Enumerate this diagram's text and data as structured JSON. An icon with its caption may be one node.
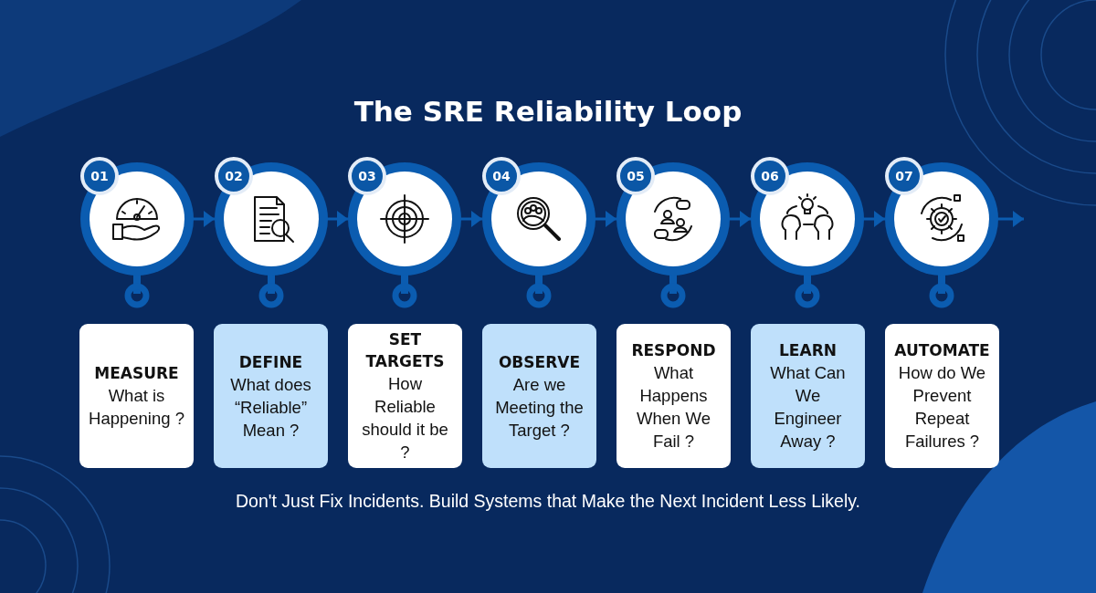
{
  "diagram": {
    "title": "The SRE Reliability Loop",
    "caption": "Don't Just Fix Incidents. Build Systems that Make the Next Incident Less Likely.",
    "nodes": [
      {
        "text": [
          "01"
        ]
      },
      {
        "text": [
          "02"
        ]
      },
      {
        "text": [
          "03"
        ]
      },
      {
        "text": [
          "04"
        ]
      },
      {
        "text": [
          "05"
        ]
      },
      {
        "text": [
          "06"
        ]
      },
      {
        "text": [
          "07"
        ]
      },
      {
        "text": [
          "MEASURE",
          "What is Happening ?"
        ]
      },
      {
        "text": [
          "DEFINE",
          "What does “Reliable” Mean ?"
        ]
      },
      {
        "text": [
          "SET TARGETS",
          "How Reliable should it be ?"
        ]
      },
      {
        "text": [
          "OBSERVE",
          "Are we Meeting the Target ?"
        ]
      },
      {
        "text": [
          "RESPOND",
          "What Happens When We Fail ?"
        ]
      },
      {
        "text": [
          "LEARN",
          "What Can We Engineer Away ?"
        ]
      },
      {
        "text": [
          "AUTOMATE",
          "How do We Prevent Repeat Failures ?"
        ]
      }
    ],
    "edges": [
      {
        "from": 0,
        "to": 1,
        "arrow": "to"
      },
      {
        "from": 1,
        "to": 2,
        "arrow": "to"
      },
      {
        "from": 2,
        "to": 3,
        "arrow": "to"
      },
      {
        "from": 3,
        "to": 4,
        "arrow": "to"
      },
      {
        "from": 4,
        "to": 5,
        "arrow": "to"
      },
      {
        "from": 5,
        "to": 6,
        "arrow": "to"
      },
      {
        "from": 6,
        "to": null,
        "arrow": "to"
      }
    ]
  }
}
